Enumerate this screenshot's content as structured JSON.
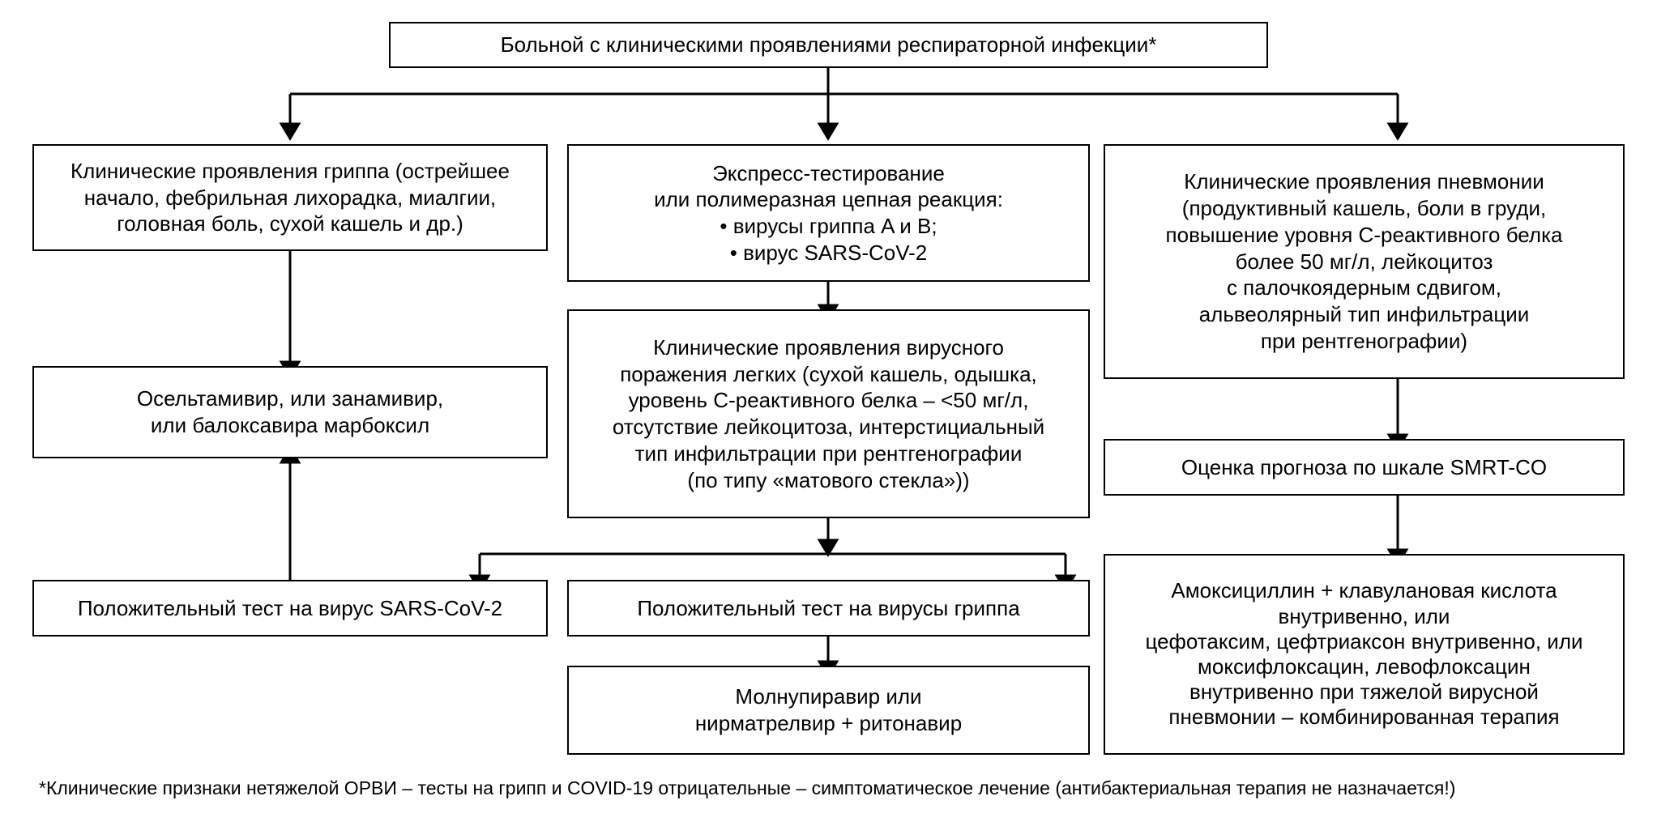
{
  "diagram": {
    "title_node": {
      "label": "Больной с клиническими проявлениями респираторной инфекции*"
    },
    "nodes": {
      "flu_clinical": {
        "label": "Клинические проявления гриппа (острейшее\nначало, фебрильная лихорадка, миалгии,\nголовная боль, сухой кашель и др.)"
      },
      "rapid_testing": {
        "label": "Экспресс-тестирование\nили полимеразная цепная реакция:\n• вирусы гриппа A и B;\n• вирус SARS-CoV-2"
      },
      "pneumonia_clinical": {
        "label": "Клинические проявления пневмонии\n(продуктивный кашель, боли в груди,\nповышение уровня С-реактивного белка\nболее 50 мг/л, лейкоцитоз\nс палочкоядерным сдвигом,\nальвеолярный тип инфильтрации\nпри рентгенографии)"
      },
      "viral_lung": {
        "label": "Клинические проявления вирусного\nпоражения легких (сухой кашель, одышка,\nуровень С-реактивного белка – <50 мг/л,\nотсутствие лейкоцитоза, интерстициальный\nтип инфильтрации при рентгенографии\n(по типу «матового стекла»))"
      },
      "flu_therapy": {
        "label": "Осельтамивир, или занамивир,\nили балоксавира марбоксил"
      },
      "smrt_co": {
        "label": "Оценка прогноза по шкале SMRT-CO"
      },
      "positive_sars": {
        "label": "Положительный тест на вирус SARS-CoV-2"
      },
      "positive_flu": {
        "label": "Положительный тест на вирусы гриппа"
      },
      "covid_therapy": {
        "label": "Молнупиравир или\nнирматрелвир + ритонавир"
      },
      "pneumonia_therapy": {
        "label": "Амоксициллин + клавулановая кислота\nвнутривенно, или\nцефотаксим, цефтриаксон внутривенно, или\nмоксифлоксацин, левофлоксацин\nвнутривенно при тяжелой вирусной\nпневмонии – комбинированная терапия"
      }
    },
    "footnote": {
      "text": "*Клинические признаки нетяжелой ОРВИ – тесты на грипп и COVID-19 отрицательные – симптоматическое лечение (антибактериальная терапия не назначается!)"
    },
    "colors": {
      "stroke": "#000000",
      "fill": "#ffffff",
      "text": "#000000"
    }
  }
}
